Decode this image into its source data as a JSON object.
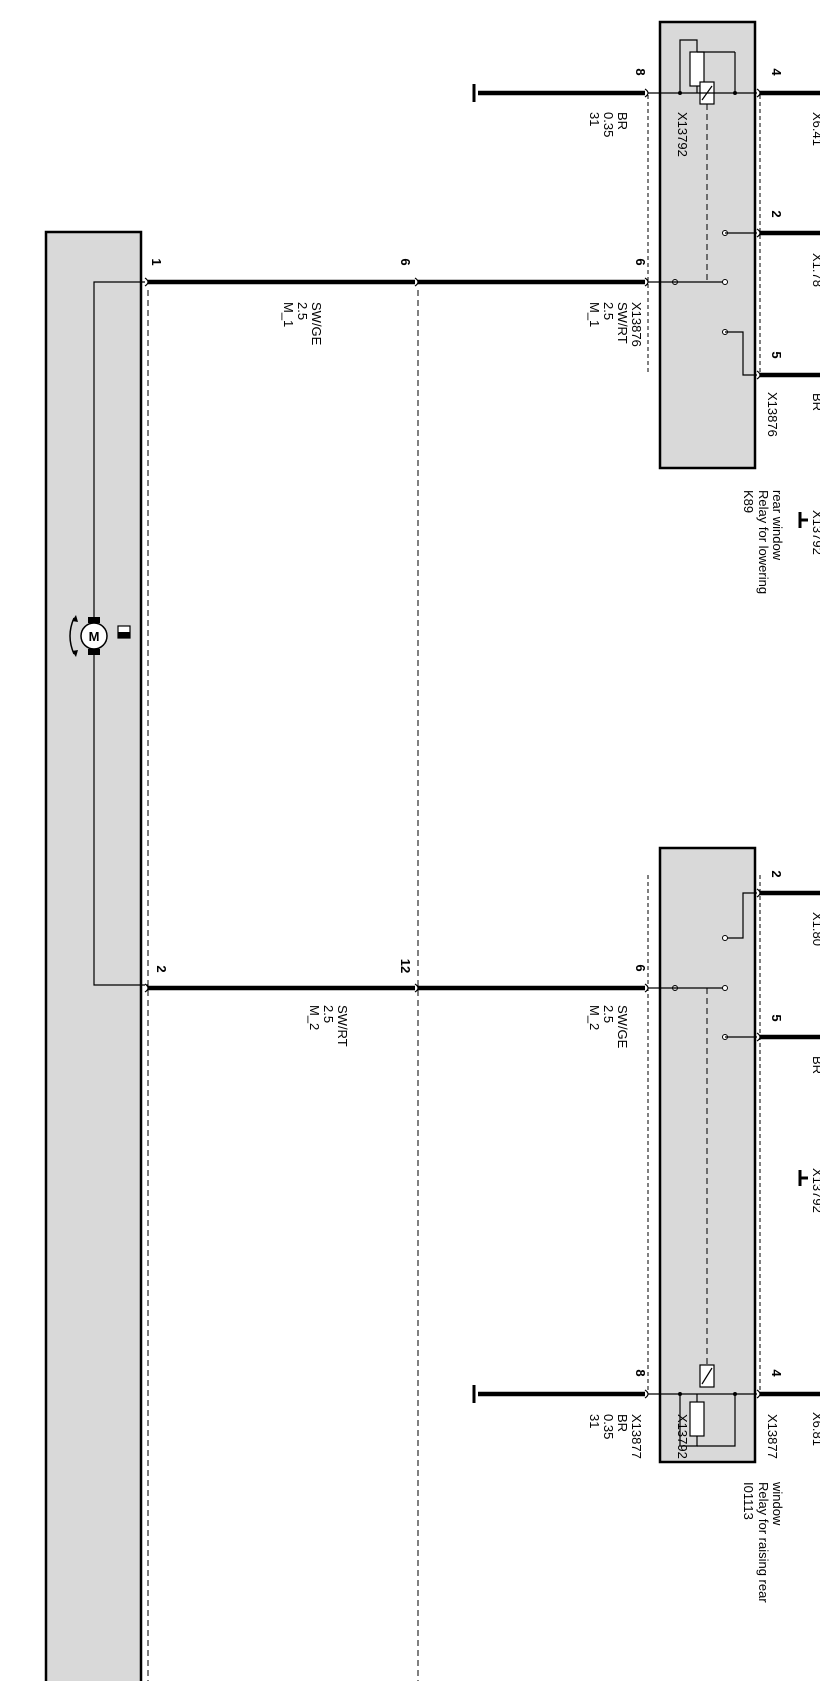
{
  "relays": {
    "k89": {
      "id": "K89",
      "desc_line1": "Relay for lowering",
      "desc_line2": "rear window",
      "pins": {
        "p8": "8",
        "p4": "4",
        "p2": "2",
        "p6": "6",
        "p5": "5"
      },
      "connector_left": "X13876",
      "connector_right": "X13876"
    },
    "i01113": {
      "id": "I01113",
      "desc_line1": "Relay for raising rear",
      "desc_line2": "window",
      "pins": {
        "p2": "2",
        "p6": "6",
        "p5": "5",
        "p8": "8",
        "p4": "4"
      },
      "connector_left": "X13877",
      "connector_right": "X13877"
    }
  },
  "wires": {
    "ground_top": {
      "signal": "31",
      "size": "0.35",
      "color": "BR",
      "ground": "X13792"
    },
    "ground_bottom": {
      "signal": "31",
      "size": "0.35",
      "color": "BR",
      "ground": "X13792"
    },
    "m1_relay": {
      "signal": "M_1",
      "size": "2.5",
      "color": "SW/RT"
    },
    "m1_motor": {
      "signal": "M_1",
      "size": "2.5",
      "color": "SW/GE"
    },
    "m2_relay": {
      "signal": "M_2",
      "size": "2.5",
      "color": "SW/GE"
    },
    "m2_motor": {
      "signal": "M_2",
      "size": "2.5",
      "color": "SW/RT"
    }
  },
  "motor": {
    "pin1": "1",
    "pin2": "2",
    "symbol": "M"
  },
  "connector": {
    "pin6": "6",
    "pin12": "12"
  },
  "cut_labels": {
    "k89_pin4": "X6.41",
    "k89_pin2": "X1.78",
    "k89_pin5": "BR",
    "k89_ground": "X13792",
    "i_pin2": "X1.80",
    "i_pin5": "BR",
    "i_ground": "X13792",
    "i_pin4": "X6.81"
  },
  "icons": {
    "motor": "motor-icon",
    "ground": "ground-icon"
  }
}
